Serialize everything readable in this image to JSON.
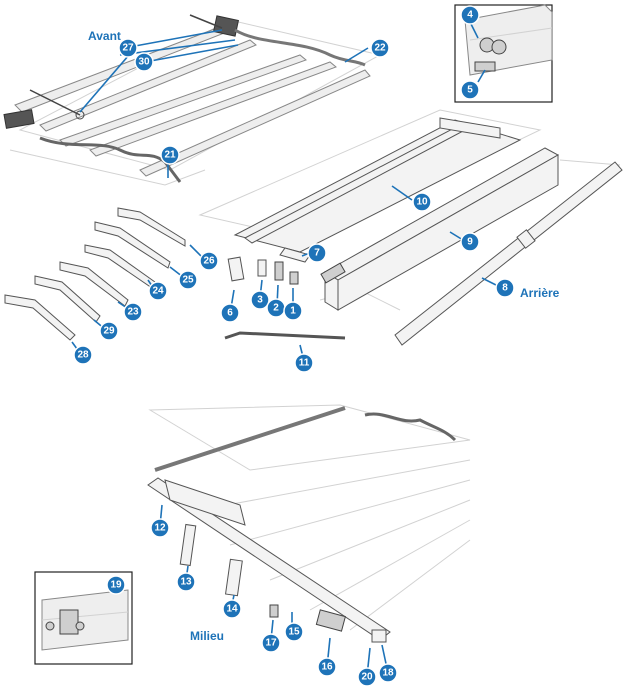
{
  "sections": {
    "front": "Avant",
    "rear": "Arrière",
    "middle": "Milieu"
  },
  "callouts": {
    "c1": "1",
    "c2": "2",
    "c3": "3",
    "c4": "4",
    "c5": "5",
    "c6": "6",
    "c7": "7",
    "c8": "8",
    "c9": "9",
    "c10": "10",
    "c11": "11",
    "c12": "12",
    "c13": "13",
    "c14": "14",
    "c15": "15",
    "c16": "16",
    "c17": "17",
    "c18": "18",
    "c19": "19",
    "c20": "20",
    "c21": "21",
    "c22": "22",
    "c23": "23",
    "c24": "24",
    "c25": "25",
    "c26": "26",
    "c27": "27",
    "c28": "28",
    "c29": "29",
    "c30": "30"
  },
  "colors": {
    "callout": "#1e73b8",
    "label": "#1e73b8"
  }
}
